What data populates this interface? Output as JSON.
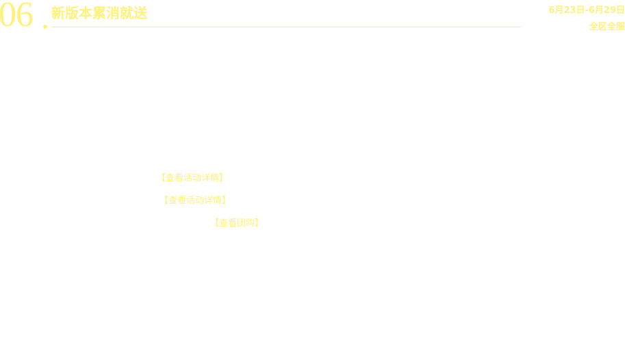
{
  "header": {
    "number": "06",
    "title": "新版本累消就送",
    "date_range": "6月23日-6月29日",
    "scope": "全区全服"
  },
  "links": [
    "【查看活动详情】",
    "【查看活动详情】",
    "【查看团购】"
  ],
  "colors": {
    "accent": "#fff27a"
  }
}
